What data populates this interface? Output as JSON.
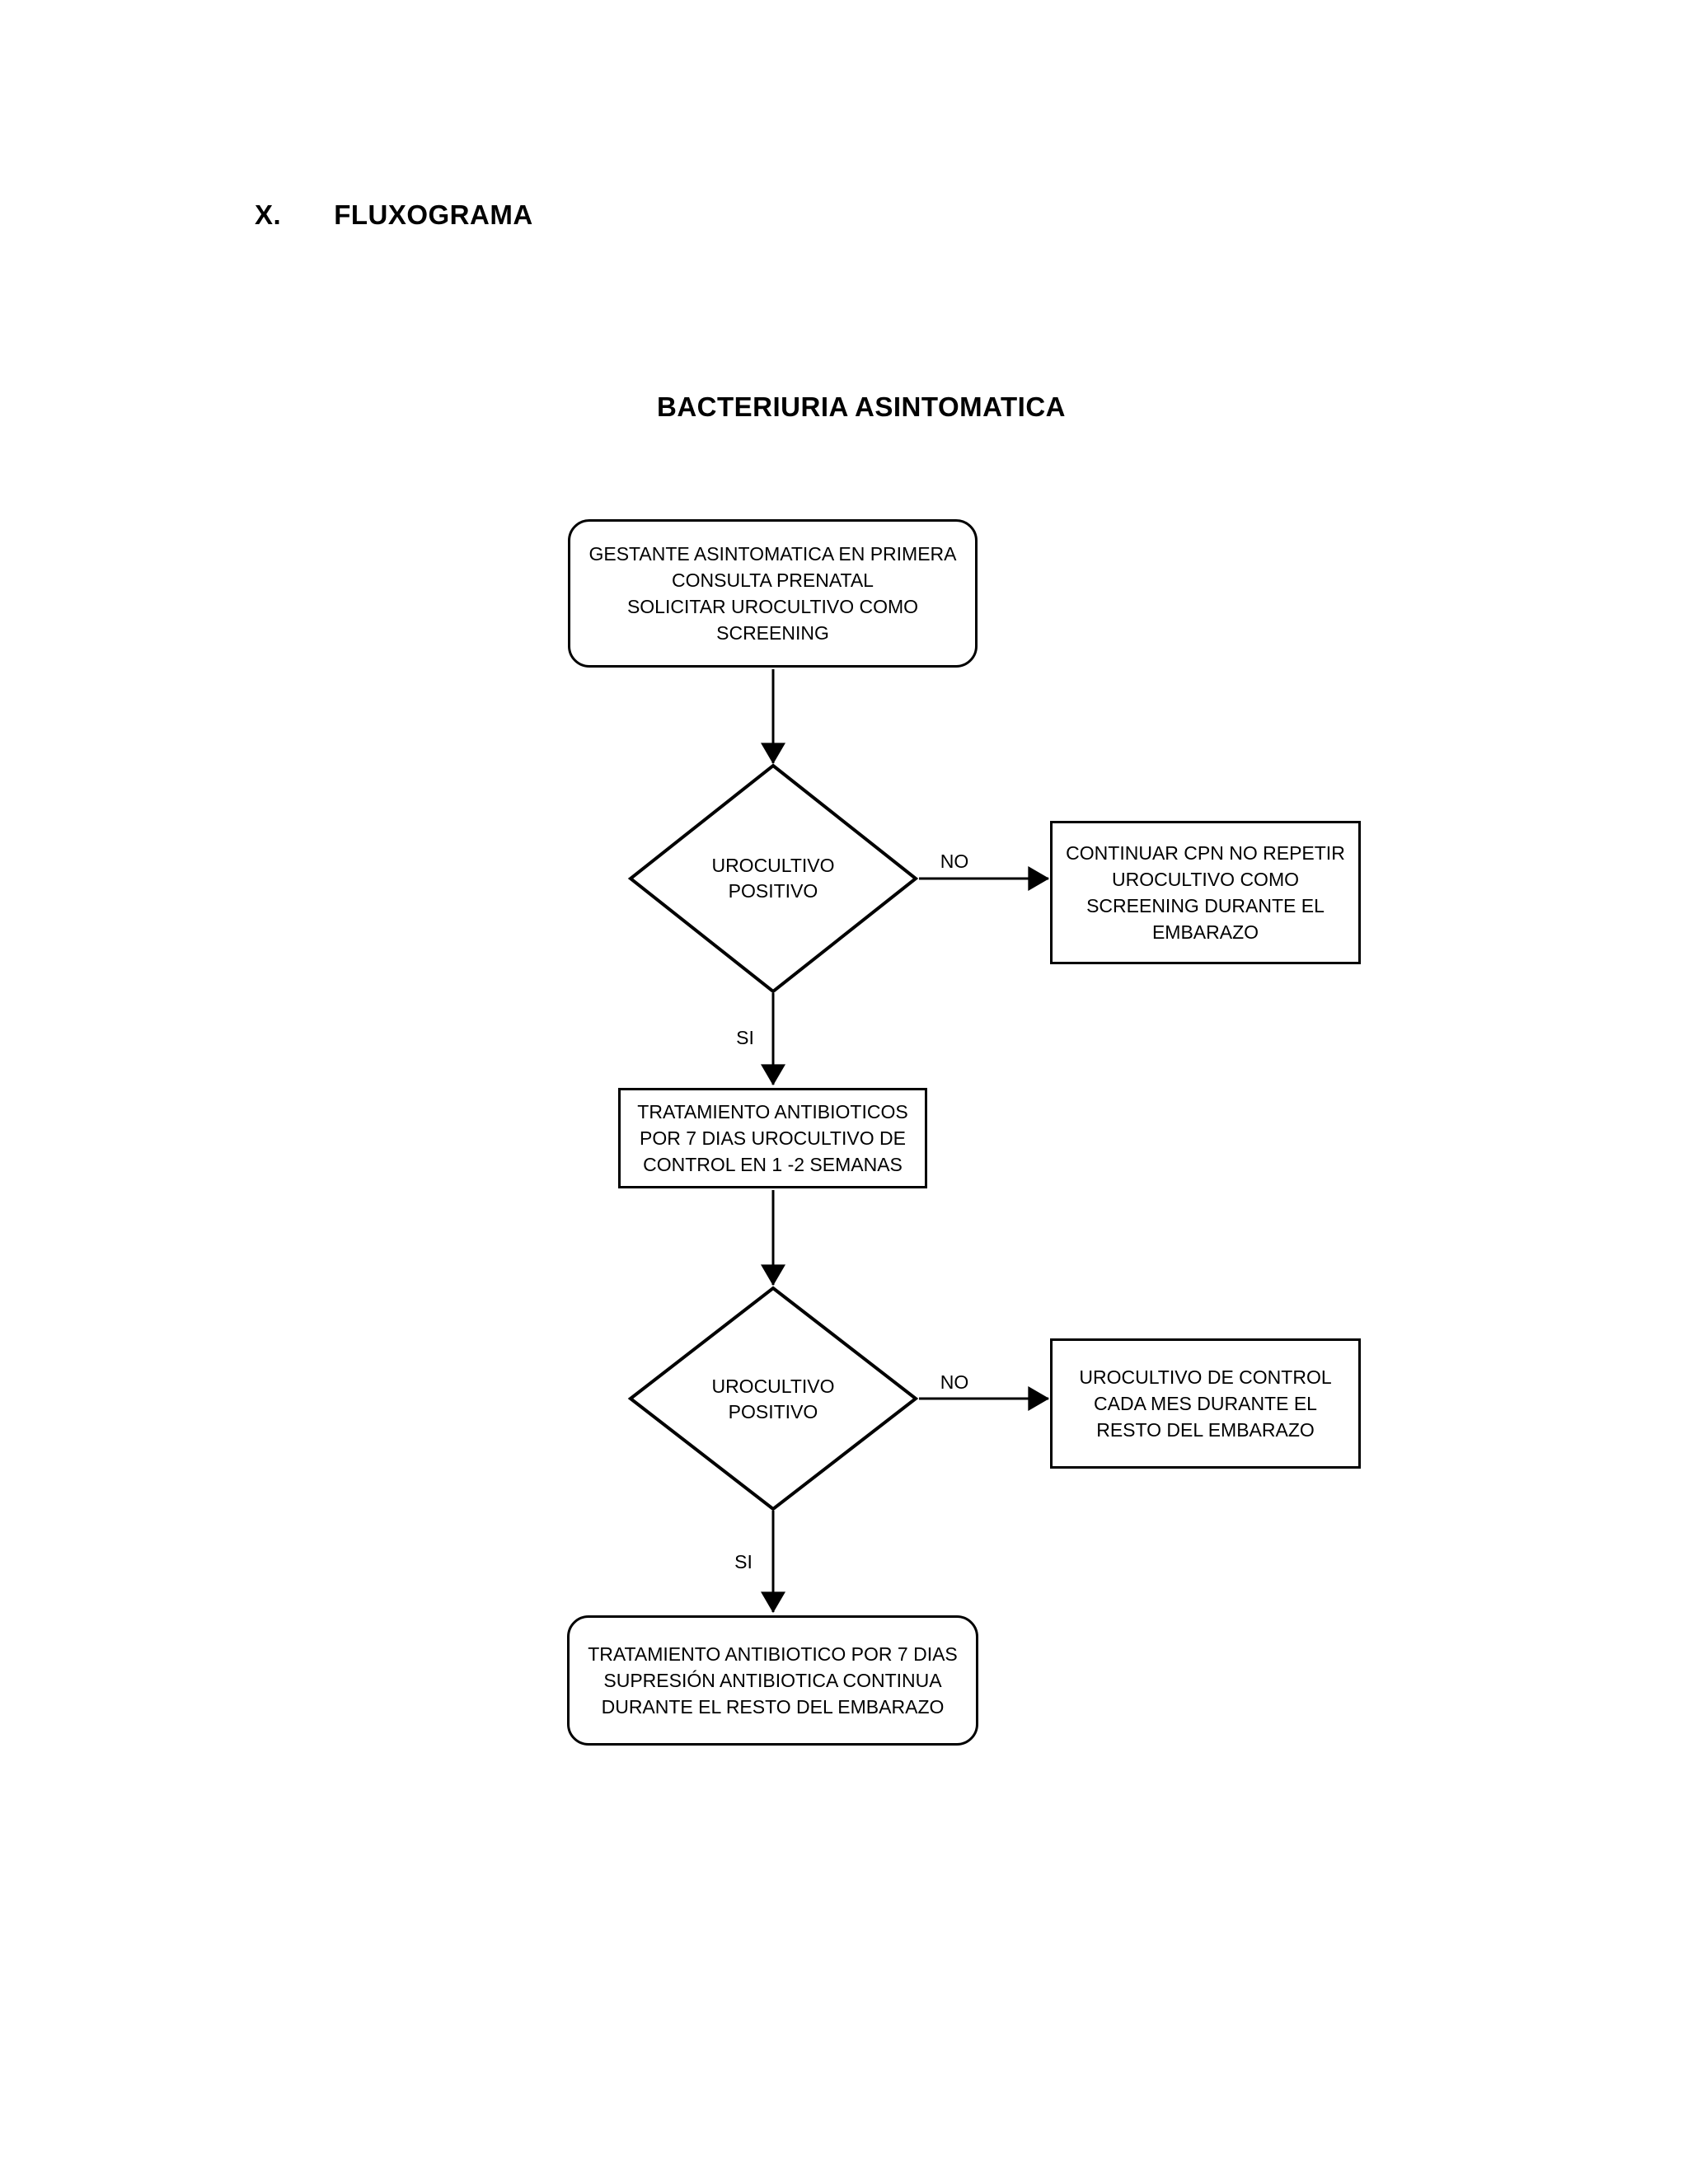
{
  "colors": {
    "ink": "#000000",
    "paper": "#ffffff"
  },
  "heading": {
    "number": "X.",
    "title": "FLUXOGRAMA"
  },
  "diagram": {
    "title": "BACTERIURIA ASINTOMATICA",
    "nodes": {
      "start": "GESTANTE ASINTOMATICA EN PRIMERA\nCONSULTA PRENATAL\nSOLICITAR UROCULTIVO COMO\nSCREENING",
      "decision1": "UROCULTIVO\nPOSITIVO",
      "no_outcome1": "CONTINUAR CPN NO REPETIR\nUROCULTIVO COMO\nSCREENING DURANTE EL\nEMBARAZO",
      "treatment1": "TRATAMIENTO ANTIBIOTICOS\nPOR 7 DIAS UROCULTIVO DE\nCONTROL EN 1 -2 SEMANAS",
      "decision2": "UROCULTIVO\nPOSITIVO",
      "no_outcome2": "UROCULTIVO DE CONTROL\nCADA MES DURANTE EL\nRESTO DEL EMBARAZO",
      "treatment2": "TRATAMIENTO ANTIBIOTICO POR 7 DIAS\nSUPRESIÓN ANTIBIOTICA CONTINUA\nDURANTE EL RESTO DEL EMBARAZO"
    },
    "edges": {
      "no1": "NO",
      "si1": "SI",
      "no2": "NO",
      "si2": "SI"
    }
  }
}
